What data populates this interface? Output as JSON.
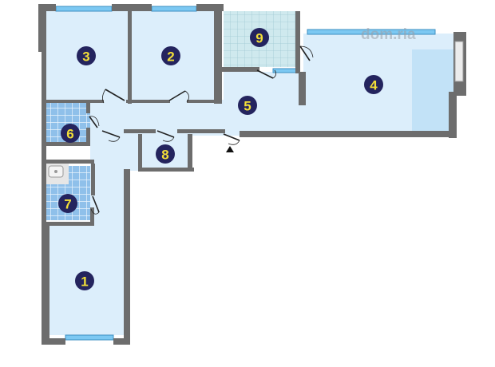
{
  "watermark": "dom.ria",
  "colors": {
    "room_fill": "#dceefb",
    "wall": "#6d6d6d",
    "tile": "#7fb7e6",
    "window": "#7cc8f2",
    "label_bg": "#24245e",
    "label_text": "#f2de38"
  },
  "rooms": [
    {
      "id": "room-1",
      "number": "1"
    },
    {
      "id": "room-2",
      "number": "2"
    },
    {
      "id": "room-3",
      "number": "3"
    },
    {
      "id": "room-4",
      "number": "4"
    },
    {
      "id": "room-5",
      "number": "5"
    },
    {
      "id": "room-6",
      "number": "6"
    },
    {
      "id": "room-7",
      "number": "7"
    },
    {
      "id": "room-8",
      "number": "8"
    },
    {
      "id": "room-9",
      "number": "9"
    }
  ]
}
